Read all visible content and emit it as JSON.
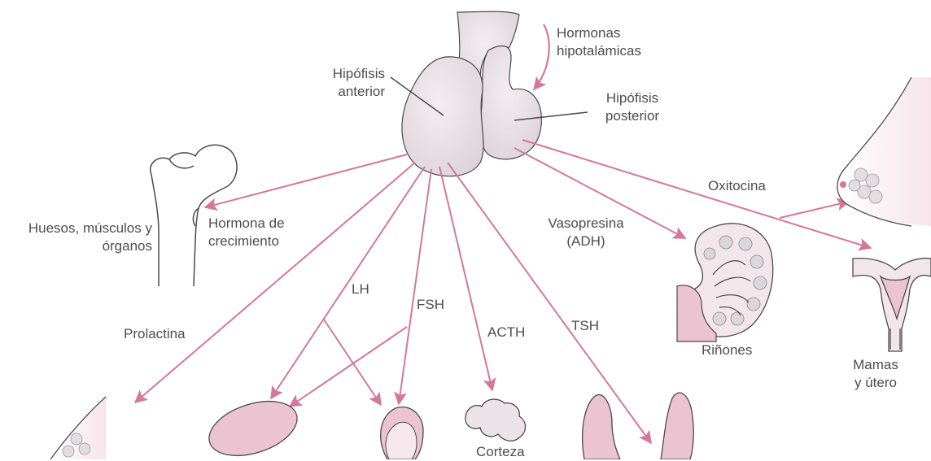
{
  "labels": {
    "hormones_hypothalamic": [
      "Hormonas",
      "hipotalámicas"
    ],
    "anterior_pituitary": [
      "Hipófisis",
      "anterior"
    ],
    "posterior_pituitary": [
      "Hipófisis",
      "posterior"
    ],
    "oxytocin": "Oxitocina",
    "bones_target": [
      "Huesos, músculos y",
      "órganos"
    ],
    "growth_hormone": [
      "Hormona de",
      "crecimiento"
    ],
    "vasopressin": [
      "Vasopresina",
      "(ADH)"
    ],
    "lh": "LH",
    "fsh": "FSH",
    "acth": "ACTH",
    "tsh": "TSH",
    "prolactin": "Prolactina",
    "kidneys": "Riñones",
    "breasts_uterus": [
      "Mamas",
      "y útero"
    ],
    "cortex": "Corteza"
  },
  "colors": {
    "arrow": "#d4789a",
    "organ_fill": "#ebe3e8",
    "organ_stroke": "#4a4a4a",
    "pink_fill": "#ecc3d0",
    "text": "#4d4d4d"
  }
}
